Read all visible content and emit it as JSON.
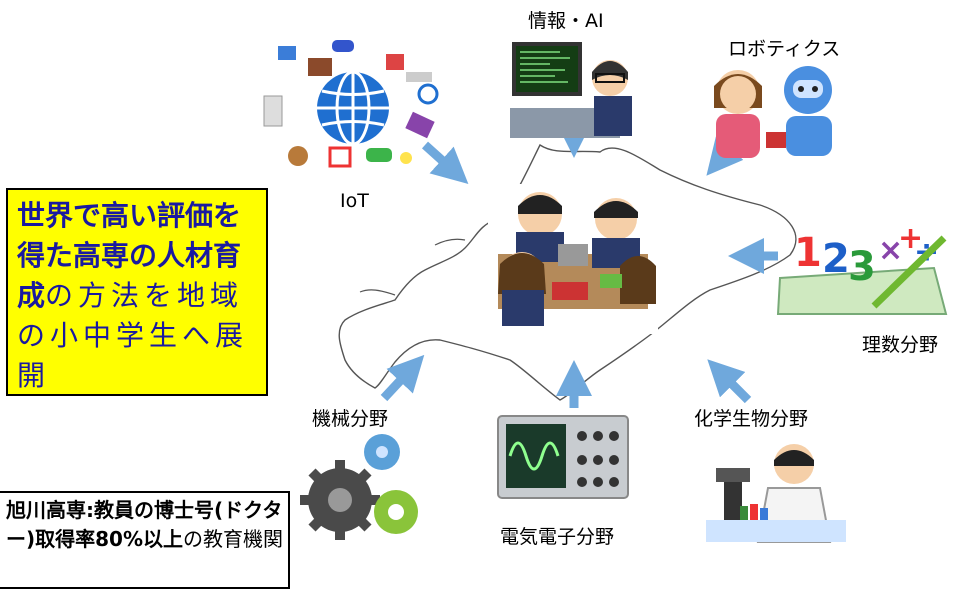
{
  "labels": {
    "info_ai": "情報・AI",
    "robotics": "ロボティクス",
    "iot": "IoT",
    "math": "理数分野",
    "mechanical": "機械分野",
    "chemistry": "化学生物分野",
    "electrical": "電気電子分野"
  },
  "yellow_box": {
    "bold_text": "世界で高い評価を得た高専の人材育成",
    "normal_text_1": "の方法を地域の小中学生へ",
    "last_line": "展開"
  },
  "bottom_box": {
    "bold_text": "旭川高専:教員の博士号(ドクター)取得率80%以上",
    "normal_text": "の教育機関"
  },
  "colors": {
    "arrow": "#6fa8dc",
    "yellow_box": "#ffff00",
    "box_text": "#1a1aa0"
  },
  "icons": [
    "iot-globe-icon",
    "computer-programmer-icon",
    "robot-with-person-icon",
    "students-group-icon",
    "math-notebook-icon",
    "gears-icon",
    "oscilloscope-icon",
    "scientist-microscope-icon",
    "hokkaido-map-outline"
  ]
}
